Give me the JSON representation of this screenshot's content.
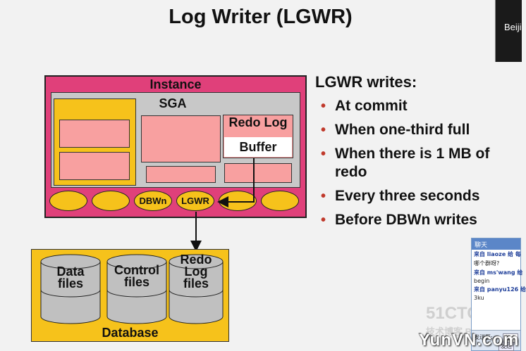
{
  "slide": {
    "title": "Log Writer (LGWR)"
  },
  "corner": {
    "text": "Beiji"
  },
  "diagram": {
    "instance_label": "Instance",
    "sga_label": "SGA",
    "redo_log_buffer_line1": "Redo Log",
    "redo_log_buffer_line2": "Buffer",
    "processes": [
      "",
      "",
      "DBWn",
      "LGWR",
      "",
      ""
    ],
    "database_label": "Database",
    "files": [
      {
        "line1": "Data",
        "line2": "files",
        "line3": ""
      },
      {
        "line1": "Control",
        "line2": "files",
        "line3": ""
      },
      {
        "line1": "Redo",
        "line2": "Log",
        "line3": "files"
      }
    ]
  },
  "bullets": {
    "title": "LGWR writes:",
    "items": [
      "At commit",
      "When one-third full",
      "When there is 1 MB of redo",
      "Every three seconds",
      "Before DBWn writes"
    ]
  },
  "chat": {
    "title": "聊天",
    "messages": [
      {
        "sender": "来自 liaoze 给 每",
        "text": "哪个群呀?"
      },
      {
        "sender": "来自 ms'wang 给",
        "text": "begin"
      },
      {
        "sender": "来自 panyu126 给",
        "text": "3ku"
      }
    ],
    "send_to_label": "发送至:",
    "send_to_value": "每人",
    "send_button": "发送"
  },
  "watermarks": {
    "site1": "51CTO.com",
    "site1_sub": "技术博客 Blog",
    "site2": "YunVN.com"
  },
  "colors": {
    "instance_border": "#e0407a",
    "instance_fill": "#ffffff",
    "sga_fill": "#c8c8c8",
    "shared_pool_fill": "#f6c21b",
    "pink_fill": "#f8a0a0",
    "process_fill": "#f6c21b",
    "database_fill": "#f6c21b",
    "cylinder_fill": "#c0c0c0",
    "bullet_color": "#c0392b"
  }
}
